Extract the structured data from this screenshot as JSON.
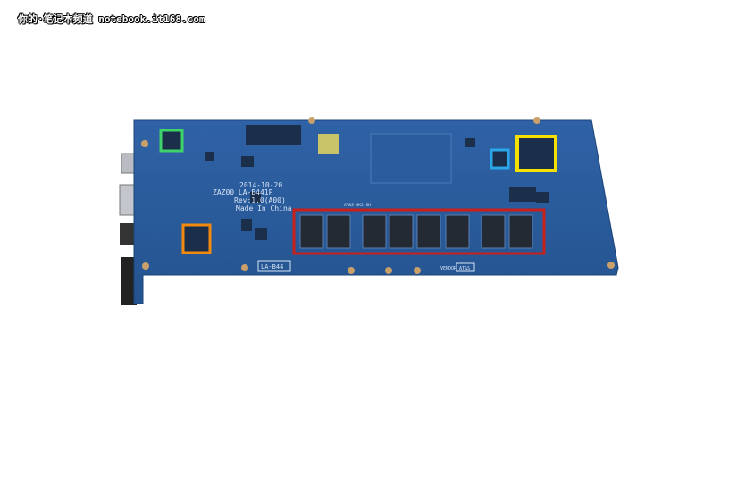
{
  "watermark": "你的·笔记本频道 notebook.it168.com",
  "board": {
    "date": "2014-10-20",
    "model": "ZAZ00 LA-B441P",
    "rev": "Rev:1.0(A00)",
    "origin": "Made In China",
    "label": "LA-B44",
    "vendor_label": "VENDOR",
    "vendor": "AT&S",
    "pcb_mark": "AT&S HK2 SH"
  },
  "colors": {
    "board": "#2a5a9c",
    "highlight_green": "#3fd46a",
    "highlight_yellow": "#f5e000",
    "highlight_blue": "#2aa7e8",
    "highlight_orange": "#f28a10",
    "highlight_red": "#c8201a"
  }
}
